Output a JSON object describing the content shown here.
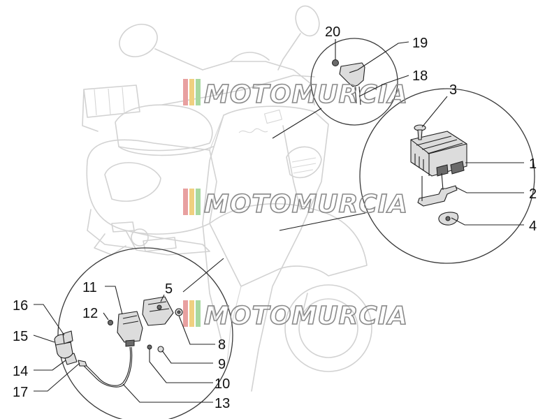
{
  "watermark": {
    "text": "MOTOMURCIA",
    "stripe_colors": [
      "#e8a0a0",
      "#f0d080",
      "#a8d8a0"
    ]
  },
  "callouts": [
    "1",
    "2",
    "3",
    "4",
    "5",
    "8",
    "9",
    "10",
    "11",
    "12",
    "13",
    "14",
    "15",
    "16",
    "17",
    "18",
    "19",
    "20"
  ]
}
